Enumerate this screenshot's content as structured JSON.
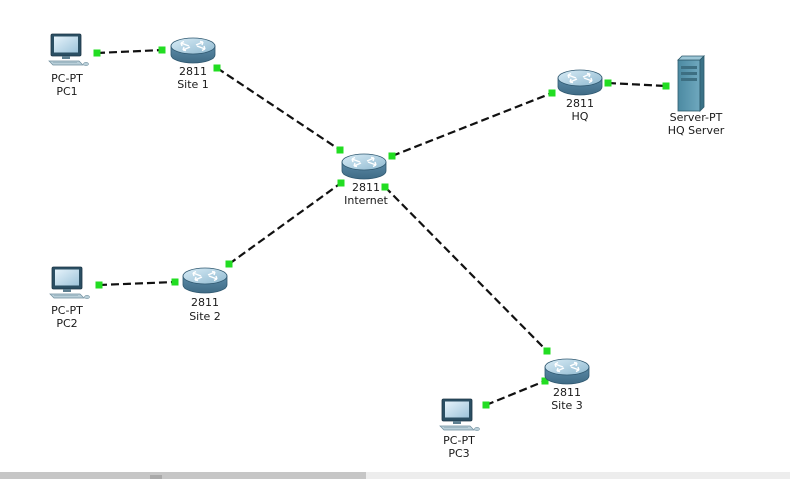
{
  "devices": [
    {
      "id": "pc1",
      "model": "PC-PT",
      "name": "PC1",
      "icon": "pc-icon"
    },
    {
      "id": "site1",
      "model": "2811",
      "name": "Site 1",
      "icon": "router-icon"
    },
    {
      "id": "hq",
      "model": "2811",
      "name": "HQ",
      "icon": "router-icon"
    },
    {
      "id": "hqserver",
      "model": "Server-PT",
      "name": "HQ Server",
      "icon": "server-icon"
    },
    {
      "id": "internet",
      "model": "2811",
      "name": "Internet",
      "icon": "router-icon"
    },
    {
      "id": "pc2",
      "model": "PC-PT",
      "name": "PC2",
      "icon": "pc-icon"
    },
    {
      "id": "site2",
      "model": "2811",
      "name": "Site 2",
      "icon": "router-icon"
    },
    {
      "id": "site3",
      "model": "2811",
      "name": "Site 3",
      "icon": "router-icon"
    },
    {
      "id": "pc3",
      "model": "PC-PT",
      "name": "PC3",
      "icon": "pc-icon"
    }
  ],
  "links": [
    {
      "from": "pc1",
      "to": "site1",
      "status": "up"
    },
    {
      "from": "site1",
      "to": "internet",
      "status": "up"
    },
    {
      "from": "hq",
      "to": "hqserver",
      "status": "up"
    },
    {
      "from": "internet",
      "to": "hq",
      "status": "up"
    },
    {
      "from": "pc2",
      "to": "site2",
      "status": "up"
    },
    {
      "from": "site2",
      "to": "internet",
      "status": "up"
    },
    {
      "from": "internet",
      "to": "site3",
      "status": "up"
    },
    {
      "from": "pc3",
      "to": "site3",
      "status": "up"
    }
  ],
  "colors": {
    "link": "#111111",
    "link_up": "#22dd22",
    "router_body": "#7fa9c2",
    "server_body": "#5f97ad"
  }
}
